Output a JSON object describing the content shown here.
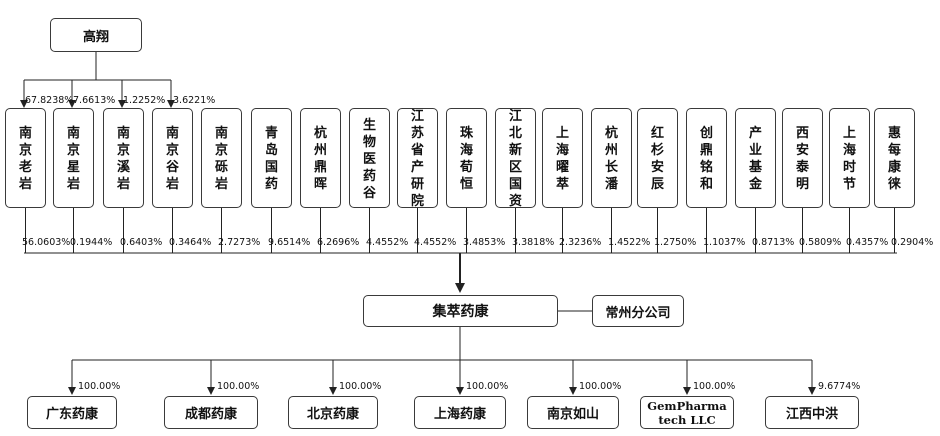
{
  "top": {
    "name": "高翔"
  },
  "top_holdings": [
    "67.8238%",
    "7.6613%",
    "1.2252%",
    "3.6221%"
  ],
  "shareholders": [
    {
      "name": "南京老岩",
      "pct": "56.0603%"
    },
    {
      "name": "南京星岩",
      "pct": "0.1944%"
    },
    {
      "name": "南京溪岩",
      "pct": "0.6403%"
    },
    {
      "name": "南京谷岩",
      "pct": "0.3464%"
    },
    {
      "name": "南京砾岩",
      "pct": "2.7273%"
    },
    {
      "name": "青岛国药",
      "pct": "9.6514%"
    },
    {
      "name": "杭州鼎晖",
      "pct": "6.2696%"
    },
    {
      "name": "生物医药谷",
      "pct": "4.4552%"
    },
    {
      "name": "江苏省产研院",
      "pct": "4.4552%"
    },
    {
      "name": "珠海荀恒",
      "pct": "3.4853%"
    },
    {
      "name": "江北新区国资",
      "pct": "3.3818%"
    },
    {
      "name": "上海曜萃",
      "pct": "2.3236%"
    },
    {
      "name": "杭州长潘",
      "pct": "1.4522%"
    },
    {
      "name": "红杉安辰",
      "pct": "1.2750%"
    },
    {
      "name": "创鼎铭和",
      "pct": "1.1037%"
    },
    {
      "name": "产业基金",
      "pct": "0.8713%"
    },
    {
      "name": "西安泰明",
      "pct": "0.5809%"
    },
    {
      "name": "上海时节",
      "pct": "0.4357%"
    },
    {
      "name": "惠每康徕",
      "pct": "0.2904%"
    }
  ],
  "company": {
    "name": "集萃药康",
    "branch": "常州分公司"
  },
  "subsidiaries": [
    {
      "name": "广东药康",
      "pct": "100.00%"
    },
    {
      "name": "成都药康",
      "pct": "100.00%"
    },
    {
      "name": "北京药康",
      "pct": "100.00%"
    },
    {
      "name": "上海药康",
      "pct": "100.00%"
    },
    {
      "name": "南京如山",
      "pct": "100.00%"
    },
    {
      "name": "GemPharma tech LLC",
      "pct": "100.00%"
    },
    {
      "name": "江西中洪",
      "pct": "9.6774%"
    }
  ]
}
